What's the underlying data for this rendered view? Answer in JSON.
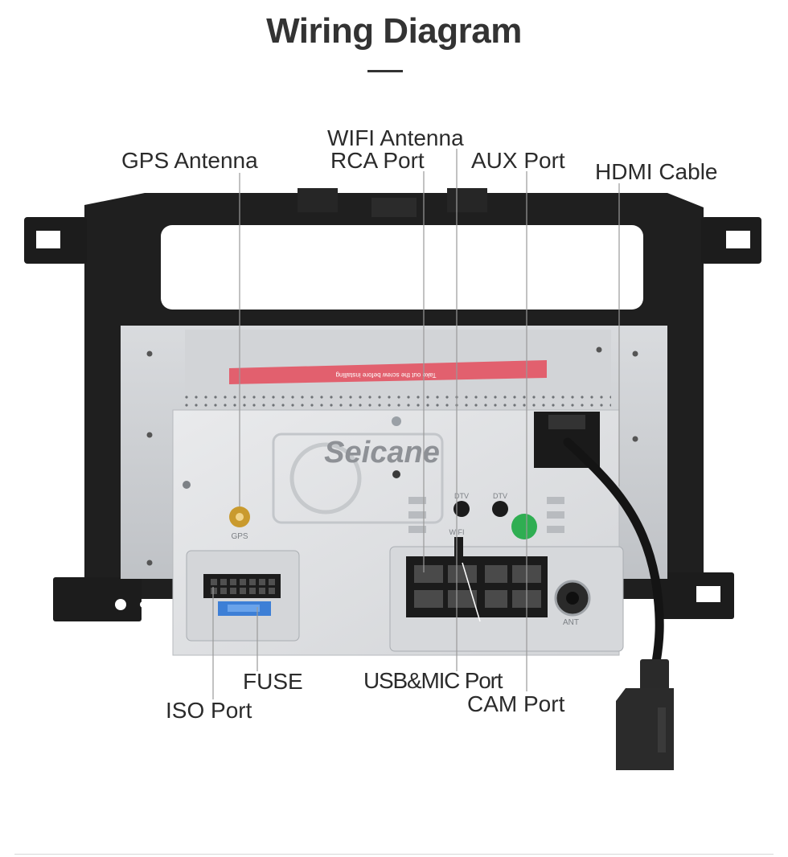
{
  "header": {
    "title": "Wiring Diagram"
  },
  "labels": {
    "gps_antenna": "GPS Antenna",
    "wifi_antenna": "WIFI Antenna",
    "rca_port": "RCA Port",
    "aux_port": "AUX Port",
    "hdmi_cable": "HDMI Cable",
    "fuse": "FUSE",
    "iso_port": "ISO Port",
    "usb_mic_port": "USB&MIC Port",
    "cam_port": "CAM Port"
  },
  "unit_markings": {
    "brand": "Seicane",
    "sticker": "Take out the screw before installing",
    "gps": "GPS",
    "wifi": "WIFI",
    "dtv1": "DTV",
    "dtv2": "DTV",
    "ant": "ANT"
  },
  "colors": {
    "bracket": "#1f1f1f",
    "chassis": "#c9ccd0",
    "panel": "#dfe1e4",
    "sticker": "#e2606e",
    "leader_line": "#9a9a9a",
    "fuse": "#3d7fd6",
    "gps_connector": "#c99a2e"
  }
}
